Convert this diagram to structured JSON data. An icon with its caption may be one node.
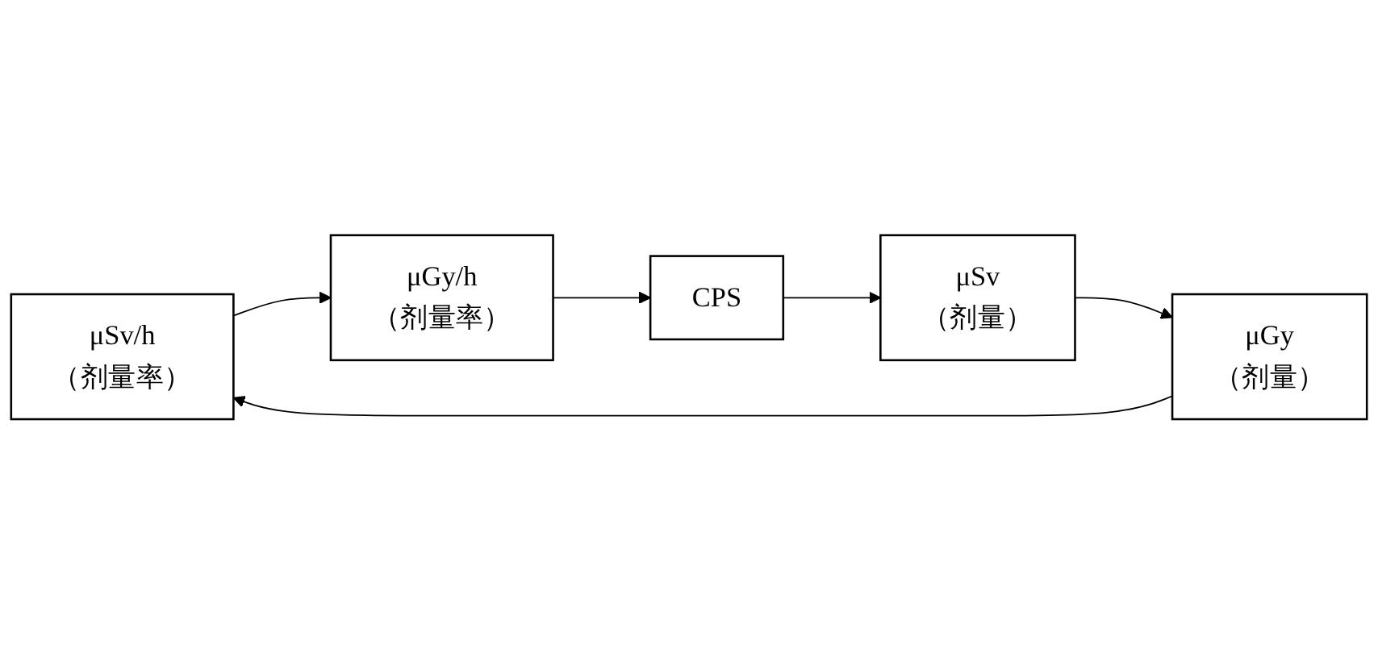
{
  "diagram": {
    "nodes": [
      {
        "text": [
          "μSv/h",
          "（剂量率）"
        ]
      },
      {
        "text": [
          "μGy/h",
          "（剂量率）"
        ]
      },
      {
        "text": [
          "CPS"
        ]
      },
      {
        "text": [
          "μSv",
          "（剂量）"
        ]
      },
      {
        "text": [
          "μGy",
          "（剂量）"
        ]
      }
    ],
    "edges": [
      {
        "from": 0,
        "to": 1,
        "arrow": "to"
      },
      {
        "from": 1,
        "to": 2,
        "arrow": "to"
      },
      {
        "from": 2,
        "to": 3,
        "arrow": "to"
      },
      {
        "from": 3,
        "to": 4,
        "arrow": "to"
      },
      {
        "from": 4,
        "to": 0,
        "arrow": "to"
      }
    ]
  }
}
